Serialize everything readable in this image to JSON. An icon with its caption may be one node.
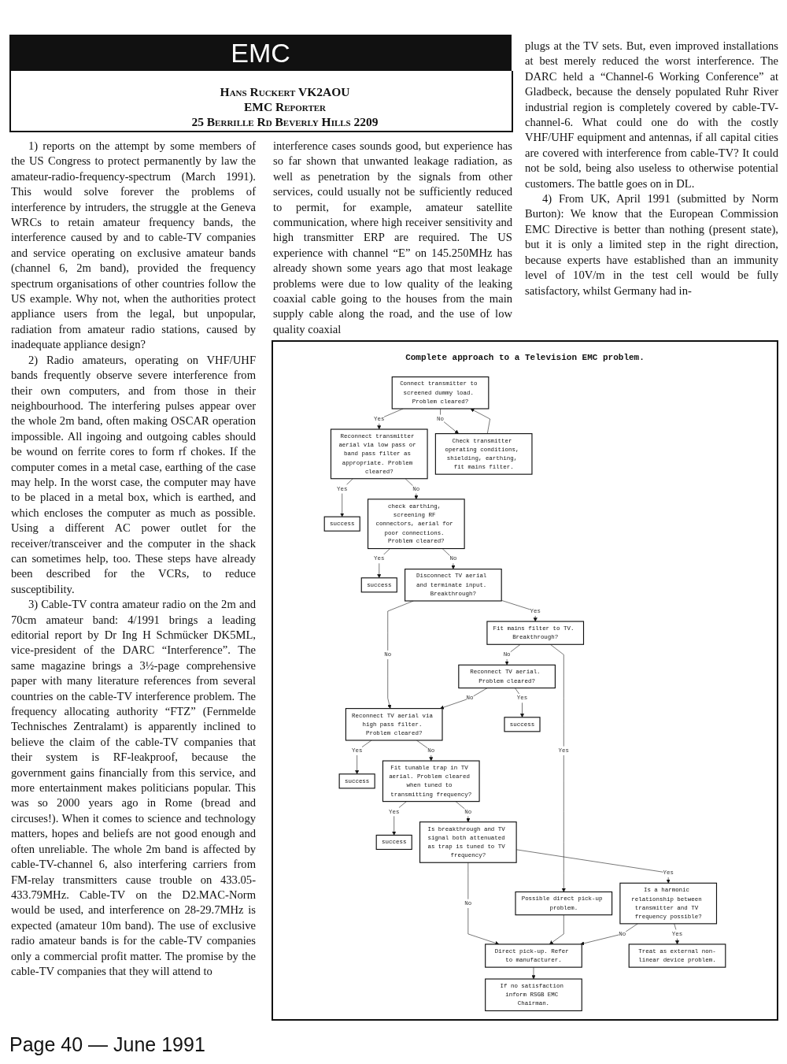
{
  "diagram": {
    "title": "EMC",
    "nodes": [
      {
        "text": [
          "Connect transmitter to screened dummy load. Problem cleared?"
        ]
      },
      {
        "text": [
          "Reconnect transmitter aerial via low pass or band pass filter as appropriate. Problem cleared?"
        ]
      },
      {
        "text": [
          "Check transmitter operating conditions, shielding, earthing, fit mains filter."
        ]
      },
      {
        "text": [
          "success"
        ]
      },
      {
        "text": [
          "check earthing, screening RF connectors, aerial for poor connections. Problem cleared?"
        ]
      },
      {
        "text": [
          "Reconnect TV aerial via high pass filter. Problem cleared?"
        ]
      },
      {
        "text": [
          "success"
        ]
      },
      {
        "text": [
          "Disconnect TV aerial and terminate input. Breakthrough?"
        ]
      },
      {
        "text": [
          "success"
        ]
      },
      {
        "text": [
          "Fit tunable trap in TV aerial. Problem cleared when tuned to transmitting frequency?"
        ]
      },
      {
        "text": [
          "Fit mains filter to TV. Breakthrough?"
        ]
      },
      {
        "text": [
          "Reconnect TV aerial. Problem cleared?"
        ]
      },
      {
        "text": [
          "success"
        ]
      },
      {
        "text": [
          "success"
        ]
      },
      {
        "text": [
          "Is breakthrough and TV signal both attenuated as trap is tuned to TV frequency?"
        ]
      },
      {
        "text": [
          "Is a harmonic relationship between transmitter and TV frequency possible?"
        ]
      },
      {
        "text": [
          "Possible direct pick-up problem."
        ]
      },
      {
        "text": [
          "Direct pick-up. Refer to manufacturer."
        ]
      },
      {
        "text": [
          "If no satisfaction inform RSGB EMC Chairman."
        ]
      },
      {
        "text": [
          "Treat as external non-linear device problem."
        ]
      }
    ],
    "edges": [
      {
        "from": 0,
        "to": 1,
        "arrow": "to",
        "label": "Yes"
      },
      {
        "from": 0,
        "to": 2,
        "arrow": "to",
        "label": "No"
      },
      {
        "from": 2,
        "to": 0,
        "arrow": "to"
      },
      {
        "from": 1,
        "to": 3,
        "arrow": "to",
        "label": "Yes"
      },
      {
        "from": 1,
        "to": 4,
        "arrow": "to",
        "label": "No"
      },
      {
        "from": 4,
        "to": 6,
        "arrow": "to",
        "label": "Yes"
      },
      {
        "from": 4,
        "to": 7,
        "arrow": "to",
        "label": "No"
      },
      {
        "from": 7,
        "to": 5,
        "arrow": "to",
        "label": "No"
      },
      {
        "from": 7,
        "to": 10,
        "arrow": "to",
        "label": "Yes"
      },
      {
        "from": 5,
        "to": 8,
        "arrow": "to",
        "label": "Yes"
      },
      {
        "from": 5,
        "to": 9,
        "arrow": "to",
        "label": "No"
      },
      {
        "from": 9,
        "to": 12,
        "arrow": "to",
        "label": "Yes"
      },
      {
        "from": 9,
        "to": 14,
        "arrow": "to",
        "label": "No"
      },
      {
        "from": 10,
        "to": 11,
        "arrow": "to",
        "label": "No"
      },
      {
        "from": 10,
        "to": 16,
        "arrow": "to",
        "label": "Yes"
      },
      {
        "from": 11,
        "to": 13,
        "arrow": "to",
        "label": "Yes"
      },
      {
        "from": 11,
        "to": 5,
        "arrow": "to",
        "label": "No"
      },
      {
        "from": 14,
        "to": 17,
        "arrow": "to",
        "label": "No"
      },
      {
        "from": 14,
        "to": 15,
        "arrow": "to",
        "label": "Yes"
      },
      {
        "from": 16,
        "to": 17,
        "arrow": "to"
      },
      {
        "from": 15,
        "to": 17,
        "arrow": "to",
        "label": "No"
      },
      {
        "from": 15,
        "to": 19,
        "arrow": "to",
        "label": "Yes"
      },
      {
        "from": 17,
        "to": 18,
        "arrow": "to"
      }
    ],
    "labels": [
      "Hans Ruckert VK2AOU",
      "EMC Reporter",
      "25 Berrille Rd Beverly Hills 2209",
      "1) reports on the attempt by some members of the US Congress to protect permanently by law the amateur-radio-frequency-spectrum (March 1991). This would solve forever the problems of interference by intruders, the struggle at the Geneva WRCs to retain amateur frequency bands, the interference caused by and to cable-TV companies and service operating on exclusive amateur bands (channel 6, 2m band), provided the frequency spectrum organisations of other countries follow the US example. Why not, when the authorities protect appliance users from the legal, but unpopular, radiation from amateur radio stations, caused by inadequate appliance design?",
      "2) Radio amateurs, operating on VHF/UHF bands frequently observe severe interference from their own computers, and from those in their neighbourhood. The interfering pulses appear over the whole 2m band, often making OSCAR operation impossible. All ingoing and outgoing cables should be wound on ferrite cores to form rf chokes. If the computer comes in a metal case, earthing of the case may help. In the worst case, the computer may have to be placed in a metal box, which is earthed, and which encloses the computer as much as possible. Using a different AC power outlet for the receiver/transceiver and the computer in the shack can sometimes help, too. These steps have already been described for the VCRs, to reduce susceptibility.",
      "3) Cable-TV contra amateur radio on the 2m and 70cm amateur band: 4/1991 brings a leading editorial report by Dr Ing H Schmücker DK5ML, vice-president of the DARC “Interference”. The same magazine brings a 3½-page comprehensive paper with many literature references from several countries on the cable-TV interference problem. The frequency allocating authority “FTZ” (Fernmelde Technisches Zentralamt) is apparently inclined to believe the claim of the cable-TV companies that their system is RF-leakproof, because the government gains financially from this service, and more entertainment makes politicians popular. This was so 2000 years ago in Rome (bread and circuses!). When it comes to science and technology matters, hopes and beliefs are not good enough and often unreliable. The whole 2m band is affected by cable-TV-channel 6, also interfering carriers from FM-relay transmitters cause trouble on 433.05-433.79MHz. Cable-TV on the D2.MAC-Norm would be used, and interference on 28-29.7MHz is expected (amateur 10m band). The use of exclusive radio amateur bands is for the cable-TV companies only a commercial profit matter. The promise by the cable-TV companies that they will attend to",
      "interference cases sounds good, but experience has so far shown that unwanted leakage radiation, as well as penetration by the signals from other services, could usually not be sufficiently reduced to permit, for example, amateur satellite communication, where high receiver sensitivity and high transmitter ERP are required. The US experience with channel “E” on 145.250MHz has already shown some years ago that most leakage problems were due to low quality of the leaking coaxial cable going to the houses from the main supply cable along the road, and the use of low quality coaxial",
      "plugs at the TV sets. But, even improved installations at best merely reduced the worst interference. The DARC held a “Channel-6 Working Conference” at Gladbeck, because the densely populated Ruhr River industrial region is completely covered by cable-TV-channel-6. What could one do with the costly VHF/UHF equipment and antennas, if all capital cities are covered with interference from cable-TV? It could not be sold, being also useless to otherwise potential customers. The battle goes on in DL.",
      "4) From UK, April 1991 (submitted by Norm Burton): We know that the European Commission EMC Directive is better than nothing (present state), but it is only a limited step in the right direction, because experts have established than an immunity level of 10V/m in the test cell would be fully satisfactory, whilst Germany had in-",
      "Complete approach to a Television EMC problem.",
      "Page 40 — June 1991"
    ]
  }
}
